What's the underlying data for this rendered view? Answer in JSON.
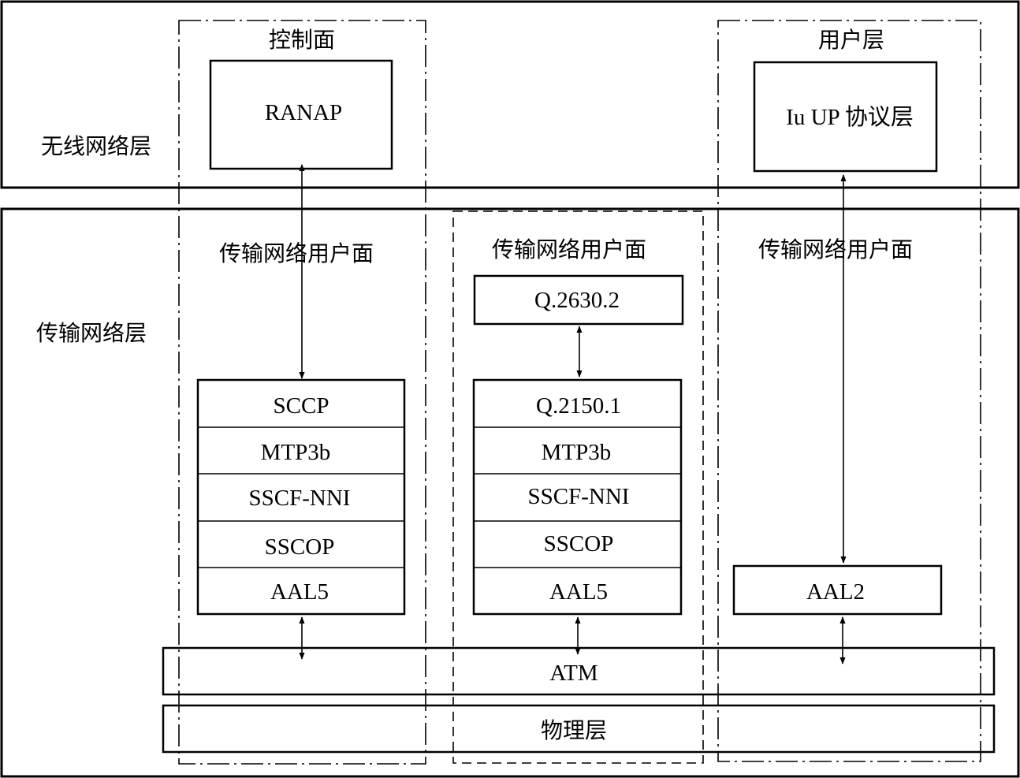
{
  "layers": {
    "radio_network": "无线网络层",
    "transport_network": "传输网络层"
  },
  "control_plane": {
    "title": "控制面",
    "protocol": "RANAP",
    "transport_title": "传输网络用户面",
    "stack": [
      "SCCP",
      "MTP3b",
      "SSCF-NNI",
      "SSCOP",
      "AAL5"
    ]
  },
  "middle_plane": {
    "transport_title": "传输网络用户面",
    "top_protocol": "Q.2630.2",
    "stack": [
      "Q.2150.1",
      "MTP3b",
      "SSCF-NNI",
      "SSCOP",
      "AAL5"
    ]
  },
  "user_plane": {
    "title": "用户层",
    "protocol": "Iu UP 协议层",
    "transport_title": "传输网络用户面",
    "adaptation": "AAL2"
  },
  "bottom": {
    "atm": "ATM",
    "physical": "物理层"
  }
}
